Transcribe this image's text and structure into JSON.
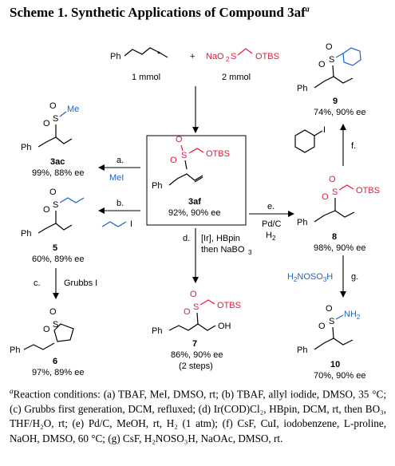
{
  "title": "Scheme 1. Synthetic Applications of Compound 3af",
  "title_marker": "a",
  "reagents": {
    "allene_amount": "1 mmol",
    "sulfinate_amount": "2 mmol",
    "plus": "+",
    "sulfinate_na": "NaO",
    "sulfinate_s": "S",
    "sulfinate_otbs": "OTBS"
  },
  "atoms": {
    "Ph": "Ph",
    "O": "O",
    "S": "S",
    "OTBS": "OTBS",
    "Me": "Me",
    "OH": "OH",
    "NH2": "NH",
    "I": "I"
  },
  "compounds": {
    "c3af": {
      "label": "3af",
      "yield": "92%, 90% ee"
    },
    "c3ac": {
      "label": "3ac",
      "yield": "99%, 88% ee"
    },
    "c5": {
      "label": "5",
      "yield": "60%, 89% ee"
    },
    "c6": {
      "label": "6",
      "yield": "97%, 89% ee"
    },
    "c7": {
      "label": "7",
      "yield": "86%, 90% ee",
      "note": "(2 steps)"
    },
    "c8": {
      "label": "8",
      "yield": "98%, 90% ee"
    },
    "c9": {
      "label": "9",
      "yield": "74%, 90% ee"
    },
    "c10": {
      "label": "10",
      "yield": "70%, 90% ee"
    }
  },
  "steps": {
    "a": {
      "letter": "a.",
      "reagent": "MeI"
    },
    "b": {
      "letter": "b."
    },
    "c": {
      "letter": "c.",
      "reagent": "Grubbs I"
    },
    "d": {
      "letter": "d.",
      "reagent_line1": "[Ir], HBpin",
      "reagent_line2": "then NaBO"
    },
    "e": {
      "letter": "e.",
      "reagent_line1": "Pd/C",
      "reagent_line2": "H"
    },
    "f": {
      "letter": "f."
    },
    "g": {
      "letter": "g.",
      "reagent": "H"
    }
  },
  "footnote": {
    "marker": "a",
    "text": "Reaction conditions: (a) TBAF, MeI, DMSO, rt; (b) TBAF, allyl iodide, DMSO, 35 °C; (c) Grubbs first generation, DCM, refluxed; (d) Ir(COD)Cl₂, HBpin, DCM, rt, then BO₃, THF/H₂O, rt; (e) Pd/C, MeOH, rt, H₂ (1 atm); (f) CsF, CuI, iodobenzene, L-proline, NaOH, DMSO, 60 °C; (g) CsF, H₂NOSO₃H, NaOAc, DMSO, rt."
  },
  "colors": {
    "accent_red": "#e8173a",
    "accent_blue": "#1b63c6"
  }
}
